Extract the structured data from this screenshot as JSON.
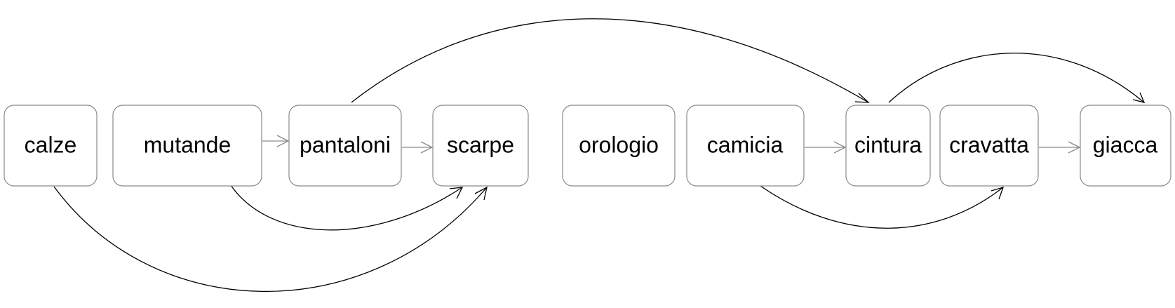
{
  "diagram": {
    "nodes": [
      {
        "id": "calze",
        "label": "calze"
      },
      {
        "id": "mutande",
        "label": "mutande"
      },
      {
        "id": "pantaloni",
        "label": "pantaloni"
      },
      {
        "id": "scarpe",
        "label": "scarpe"
      },
      {
        "id": "orologio",
        "label": "orologio"
      },
      {
        "id": "camicia",
        "label": "camicia"
      },
      {
        "id": "cintura",
        "label": "cintura"
      },
      {
        "id": "cravatta",
        "label": "cravatta"
      },
      {
        "id": "giacca",
        "label": "giacca"
      }
    ],
    "edges": [
      {
        "from": "mutande",
        "to": "pantaloni"
      },
      {
        "from": "pantaloni",
        "to": "scarpe"
      },
      {
        "from": "camicia",
        "to": "cintura"
      },
      {
        "from": "cravatta",
        "to": "giacca"
      },
      {
        "from": "pantaloni",
        "to": "cintura"
      },
      {
        "from": "cintura",
        "to": "giacca"
      },
      {
        "from": "mutande",
        "to": "scarpe"
      },
      {
        "from": "calze",
        "to": "scarpe"
      },
      {
        "from": "camicia",
        "to": "cravatta"
      }
    ]
  }
}
